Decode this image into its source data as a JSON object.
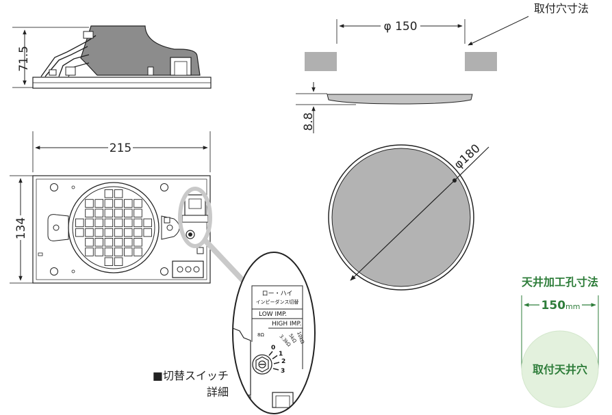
{
  "side_view": {
    "height_dim": "71.5"
  },
  "front_view": {
    "width_dim": "215",
    "height_dim": "134"
  },
  "switch_detail": {
    "title_line1": "ロー・ハイ",
    "title_line2": "インピーダンス切替",
    "low_label": "LOW IMP.",
    "high_label": "HIGH IMP.",
    "ohm_label": "8Ω",
    "kohm_labels": [
      "3.3kΩ",
      "5kΩ",
      "10kΩ"
    ],
    "dial_numbers": [
      "0",
      "1",
      "2",
      "3"
    ],
    "caption_line1": "■切替スイッチ",
    "caption_line2": "詳細"
  },
  "hole_view": {
    "hole_dim": "φ 150",
    "hole_label": "取付穴寸法",
    "thickness_dim": "8.8"
  },
  "grille_view": {
    "diameter_dim": "φ180"
  },
  "ceiling_cutout": {
    "title": "天井加工孔寸法",
    "size_value": "150",
    "size_unit": "mm",
    "hole_label": "取付天井穴",
    "accent_color": "#2e7d3a",
    "circle_fill": "#e3f1dd"
  }
}
